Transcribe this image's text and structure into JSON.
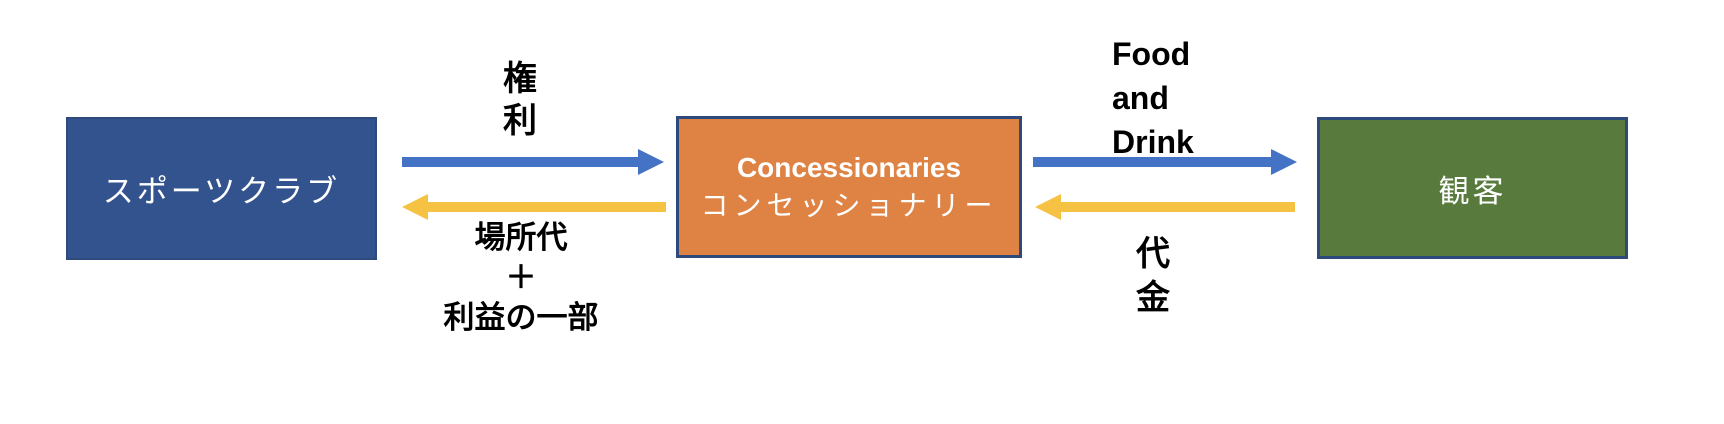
{
  "diagram": {
    "background_color": "#FFFFFF",
    "border_color": "#2E4A7D",
    "nodes": [
      {
        "id": "sports-club",
        "label": "スポーツクラブ",
        "fill": "#32538E",
        "text_color": "#FFFFFF"
      },
      {
        "id": "concessionaries",
        "label_en": "Concessionaries",
        "label_ja": "コンセッショナリー",
        "fill": "#DE8344",
        "text_color": "#FFFFFF"
      },
      {
        "id": "audience",
        "label": "観客",
        "fill": "#587B3D",
        "text_color": "#FFFFFF"
      }
    ],
    "flows": [
      {
        "from": "sports-club",
        "to": "concessionaries",
        "direction": "right",
        "color": "#4472C4",
        "label": "権\n利"
      },
      {
        "from": "concessionaries",
        "to": "sports-club",
        "direction": "left",
        "color": "#F5C243",
        "label": "場所代\n＋\n利益の一部"
      },
      {
        "from": "concessionaries",
        "to": "audience",
        "direction": "right",
        "color": "#4472C4",
        "label": "Food\nand\nDrink"
      },
      {
        "from": "audience",
        "to": "concessionaries",
        "direction": "left",
        "color": "#F5C243",
        "label": "代\n金"
      }
    ]
  }
}
